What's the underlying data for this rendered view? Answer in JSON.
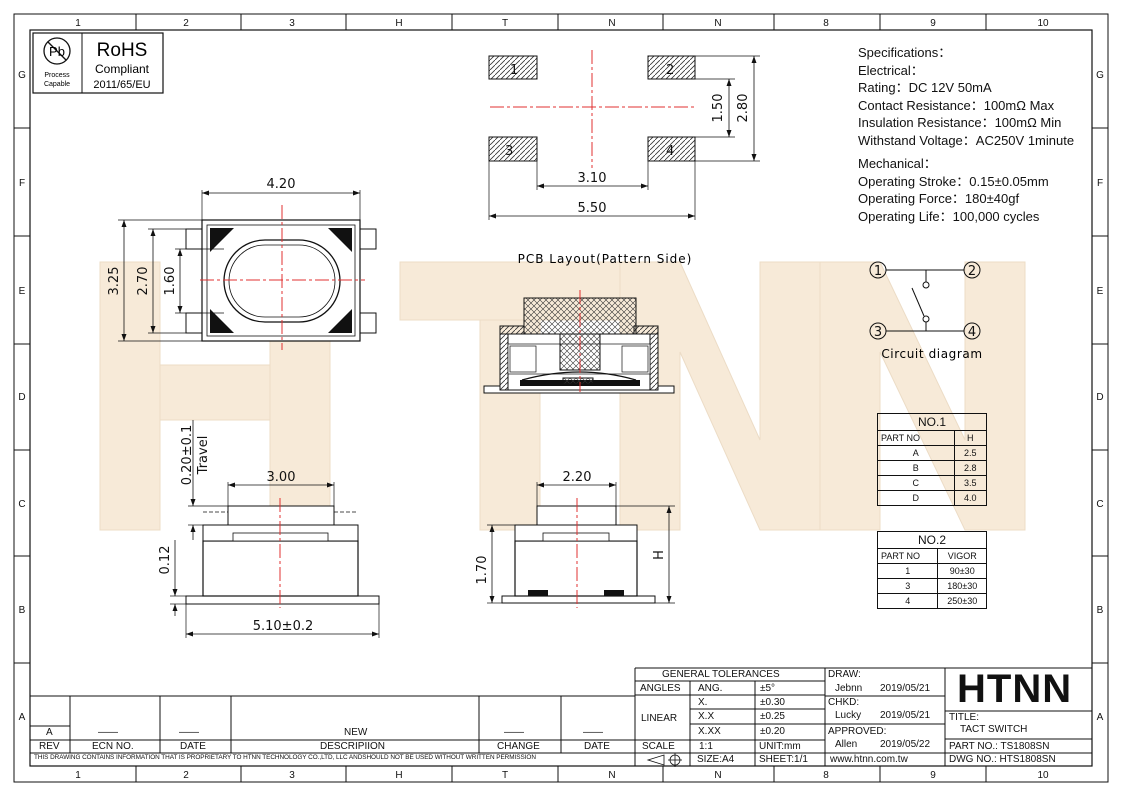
{
  "grid": {
    "cols": [
      "1",
      "2",
      "3",
      "H",
      "T",
      "N",
      "N",
      "8",
      "9",
      "10"
    ],
    "cols_bottom": [
      "1",
      "2",
      "3",
      "H",
      "T",
      "N",
      "N",
      "8",
      "9",
      "10"
    ],
    "rows": [
      "G",
      "F",
      "E",
      "D",
      "C",
      "B",
      "A"
    ]
  },
  "rohs": {
    "title": "RoHS",
    "compliant": "Compliant",
    "directive": "2011/65/EU",
    "pb": "Pb",
    "process": "Process",
    "capable": "Capable"
  },
  "watermark": "HTNN",
  "specs": {
    "lines": [
      "Specifications：",
      "Electrical：",
      "Rating：DC 12V 50mA",
      "Contact Resistance：100mΩ Max",
      "Insulation Resistance：100mΩ Min",
      "Withstand Voltage：AC250V 1minute"
    ],
    "mech": [
      "Mechanical：",
      "Operating Stroke：0.15±0.05mm",
      "Operating Force：180±40gf",
      "Operating Life：100,000 cycles"
    ]
  },
  "pcb": {
    "title": "PCB Layout(Pattern Side)",
    "pads": [
      "1",
      "2",
      "3",
      "4"
    ],
    "dims": {
      "w": "3.10",
      "total": "5.50",
      "h1": "1.50",
      "h2": "2.80"
    }
  },
  "top_view": {
    "w": "4.20",
    "h_total": "3.25",
    "h_inner": "2.70",
    "h_oval": "1.60"
  },
  "front_view": {
    "travel": "0.20±0.1",
    "travel_label": "Travel",
    "top_w": "3.00",
    "base": "0.12",
    "width": "5.10±0.2"
  },
  "side_view": {
    "top_w": "2.20",
    "h": "1.70",
    "H": "H"
  },
  "circuit": {
    "label": "Circuit diagram",
    "nodes": [
      "1",
      "2",
      "3",
      "4"
    ]
  },
  "table1": {
    "title": "NO.1",
    "headers": [
      "PART NO",
      "H"
    ],
    "rows": [
      [
        "A",
        "2.5"
      ],
      [
        "B",
        "2.8"
      ],
      [
        "C",
        "3.5"
      ],
      [
        "D",
        "4.0"
      ]
    ]
  },
  "table2": {
    "title": "NO.2",
    "headers": [
      "PART NO",
      "VIGOR"
    ],
    "rows": [
      [
        "1",
        "90±30"
      ],
      [
        "3",
        "180±30"
      ],
      [
        "4",
        "250±30"
      ]
    ]
  },
  "title_block": {
    "gen_tol": "GENERAL TOLERANCES",
    "angles": "ANGLES",
    "ang": "ANG.",
    "ang_tol": "±5°",
    "linear": "LINEAR",
    "x1": "X.",
    "x1_tol": "±0.30",
    "x2": "X.X",
    "x2_tol": "±0.25",
    "x3": "X.XX",
    "x3_tol": "±0.20",
    "scale": "SCALE",
    "scale_val": "1:1",
    "unit": "UNIT:mm",
    "size": "SIZE:A4",
    "sheet": "SHEET:1/1",
    "draw": "DRAW:",
    "draw_name": "Jebnn",
    "draw_date": "2019/05/21",
    "chkd": "CHKD:",
    "chkd_name": "Lucky",
    "chkd_date": "2019/05/21",
    "approved": "APPROVED:",
    "appr_name": "Allen",
    "appr_date": "2019/05/22",
    "website": "www.htnn.com.tw",
    "logo": "HTNN",
    "title_label": "TITLE:",
    "title": "TACT SWITCH",
    "part_no": "PART NO.: TS1808SN",
    "dwg_no": "DWG NO.: HTS1808SN",
    "rev_header": [
      "REV",
      "ECN NO.",
      "DATE",
      "DESCRIPIION",
      "CHANGE",
      "DATE"
    ],
    "rev_row": [
      "A",
      "——",
      "——",
      "NEW",
      "——",
      "——"
    ],
    "disclaimer": "THIS DRAWING CONTAINS INFORMATION THAT IS PROPRIETARY TO HTNN TECHNOLOGY CO.,LTD, LLC ANDSHOULD NOT BE USED WITHOUT WRITTEN PERMISSION"
  }
}
